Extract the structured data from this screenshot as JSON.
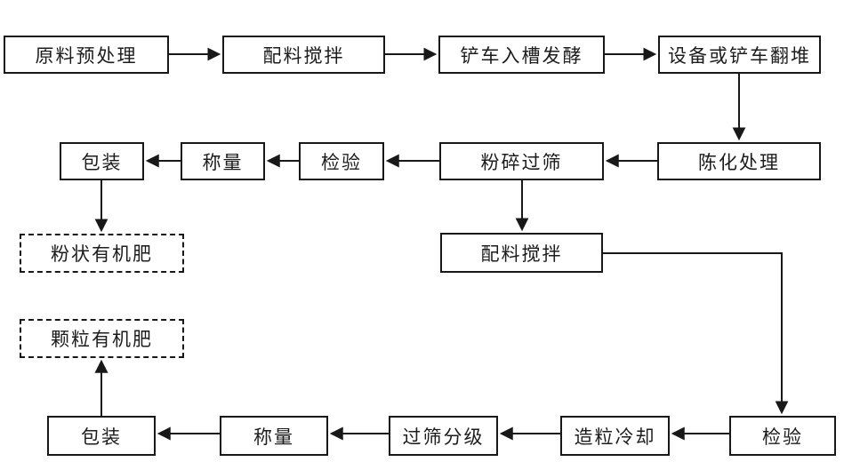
{
  "diagram": {
    "type": "flowchart",
    "language": "zh-CN",
    "colors": {
      "background": "#ffffff",
      "line": "#181818",
      "box_fill": "#ffffff",
      "text": "#1c1c1c"
    },
    "nodes": {
      "pretreatment": {
        "label": "原料预处理",
        "shape": "solid-rect"
      },
      "mixing_top": {
        "label": "配料搅拌",
        "shape": "solid-rect"
      },
      "fermentation": {
        "label": "铲车入槽发酵",
        "shape": "solid-rect"
      },
      "turning": {
        "label": "设备或铲车翻堆",
        "shape": "solid-rect"
      },
      "aging": {
        "label": "陈化处理",
        "shape": "solid-rect"
      },
      "crushing_sieving": {
        "label": "粉碎过筛",
        "shape": "solid-rect"
      },
      "inspection_mid": {
        "label": "检验",
        "shape": "solid-rect"
      },
      "weighing_mid": {
        "label": "称量",
        "shape": "solid-rect"
      },
      "packaging_mid": {
        "label": "包装",
        "shape": "solid-rect"
      },
      "powder_product": {
        "label": "粉状有机肥",
        "shape": "dashed-rect"
      },
      "mixing_mid": {
        "label": "配料搅拌",
        "shape": "solid-rect"
      },
      "granule_product": {
        "label": "颗粒有机肥",
        "shape": "dashed-rect"
      },
      "inspection_bottom": {
        "label": "检验",
        "shape": "solid-rect"
      },
      "granulation_cooling": {
        "label": "造粒冷却",
        "shape": "solid-rect"
      },
      "sieving_grading": {
        "label": "过筛分级",
        "shape": "solid-rect"
      },
      "weighing_bottom": {
        "label": "称量",
        "shape": "solid-rect"
      },
      "packaging_bottom": {
        "label": "包装",
        "shape": "solid-rect"
      }
    },
    "edges": [
      "pretreatment -> mixing_top",
      "mixing_top -> fermentation",
      "fermentation -> turning",
      "turning -> aging",
      "aging -> crushing_sieving",
      "crushing_sieving -> inspection_mid",
      "inspection_mid -> weighing_mid",
      "weighing_mid -> packaging_mid",
      "packaging_mid -> powder_product",
      "crushing_sieving -> mixing_mid",
      "mixing_mid -> inspection_bottom",
      "inspection_bottom -> granulation_cooling",
      "granulation_cooling -> sieving_grading",
      "sieving_grading -> weighing_bottom",
      "weighing_bottom -> packaging_bottom",
      "packaging_bottom -> granule_product"
    ]
  }
}
